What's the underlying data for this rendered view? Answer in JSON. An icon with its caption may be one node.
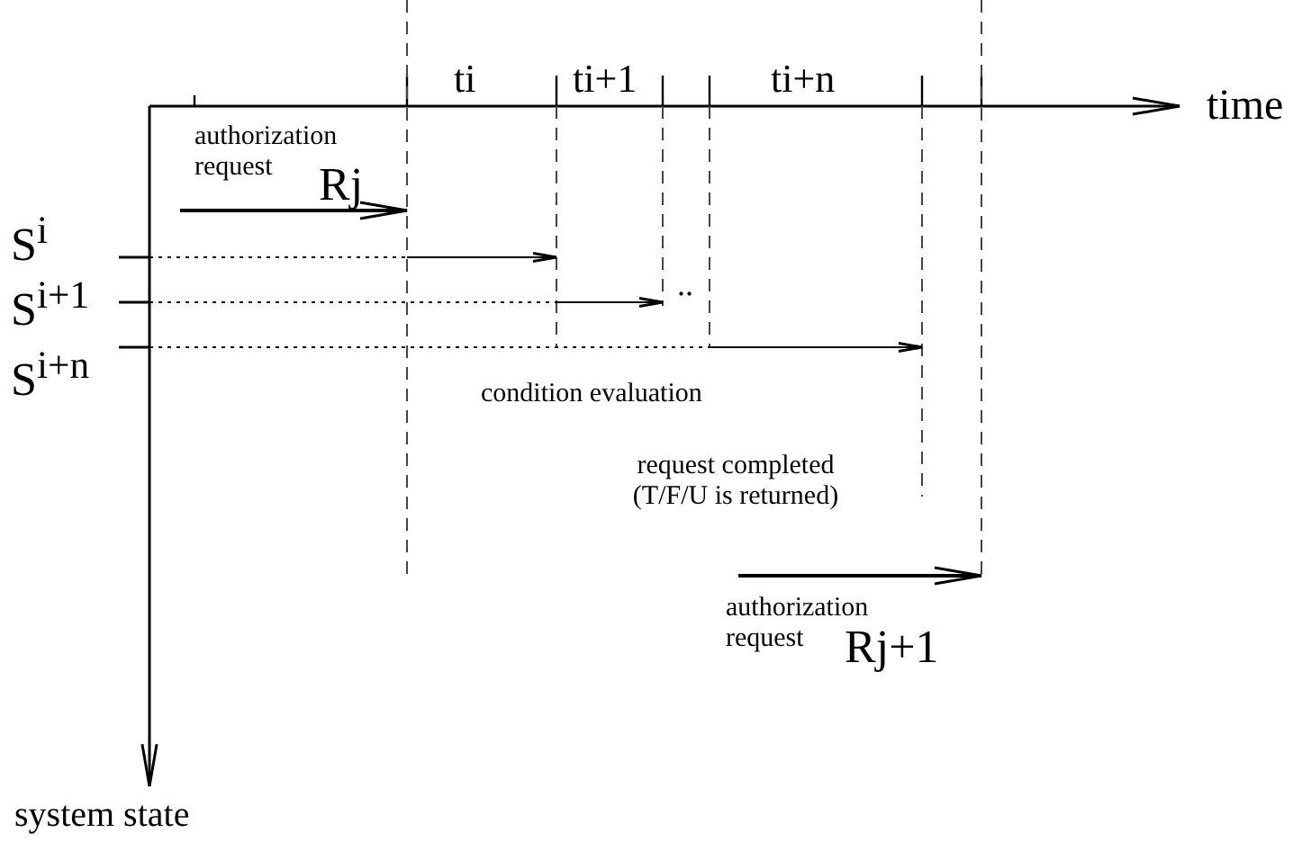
{
  "diagram": {
    "labels": [
      "ti",
      "ti+1",
      "ti+n",
      "time",
      "authorization request",
      "Rj",
      "S$^{i}$",
      "S$^{i+1}$",
      "..",
      "S$^{i+n}$",
      "condition evaluation",
      "request completed (T/F/U is returned)",
      "authorization request",
      "Rj+1",
      "system state"
    ]
  }
}
